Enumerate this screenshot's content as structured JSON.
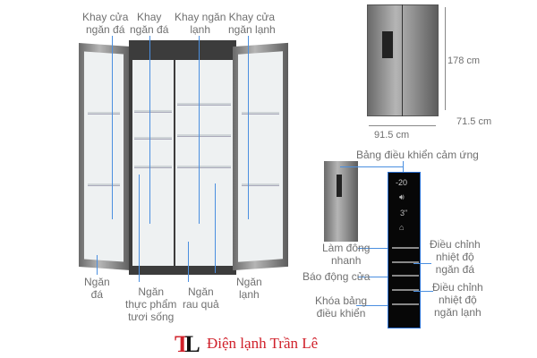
{
  "top_labels": {
    "freezer_door_tray": "Khay cửa\nngăn đá",
    "freezer_tray": "Khay\nngăn đá",
    "fridge_tray": "Khay ngăn\nlạnh",
    "fridge_door_tray": "Khay cửa\nngăn lạnh"
  },
  "bottom_labels": {
    "freezer": "Ngăn\nđá",
    "fresh_food": "Ngăn\nthực phẩm\ntươi sống",
    "vegetable": "Ngăn\nrau quả",
    "fridge": "Ngăn\nlạnh"
  },
  "dimensions": {
    "height": "178 cm",
    "depth": "71.5 cm",
    "width": "91.5 cm"
  },
  "control_panel": {
    "title": "Bảng điều khiển cảm ứng",
    "display": "-20",
    "fast_freeze": "Làm đông\nnhanh",
    "door_alarm": "Báo động cửa",
    "lock": "Khóa bảng\nđiều khiển",
    "freezer_temp": "Điều chỉnh\nnhiệt độ\nngăn đá",
    "fridge_temp": "Điều chỉnh\nnhiệt độ\nngăn lạnh"
  },
  "logo": {
    "mark": "TL",
    "brand": "Điện lạnh Trần Lê"
  },
  "colors": {
    "accent": "#3a7fe0",
    "brand": "#d0202a"
  }
}
